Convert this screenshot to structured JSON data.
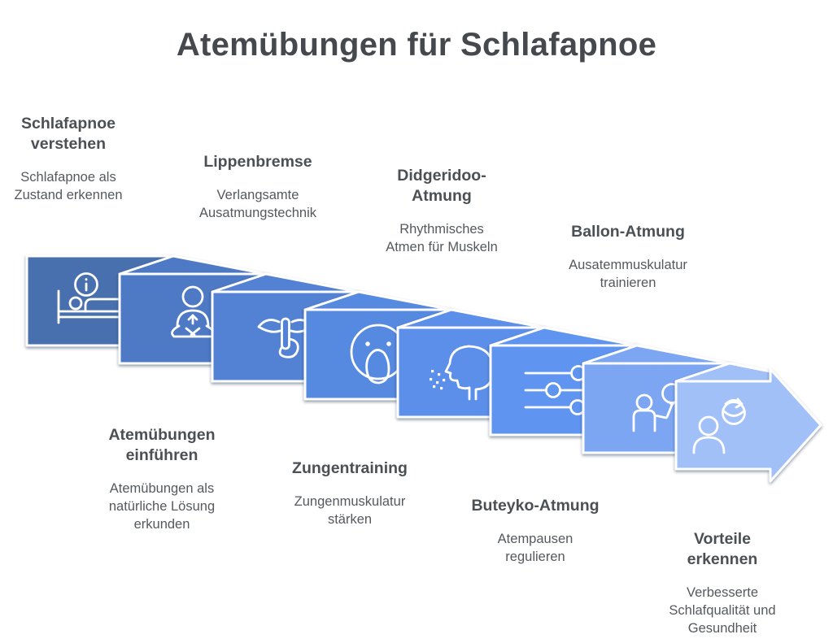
{
  "title": "Atemübungen für Schlafapnoe",
  "colors": {
    "background": "#ffffff",
    "title_text": "#45494d",
    "heading_text": "#4b5055",
    "description_text": "#55595e",
    "icon_stroke": "#ffffff"
  },
  "steps": [
    {
      "heading": "Schlafapnoe\nverstehen",
      "description": "Schlafapnoe als\nZustand erkennen",
      "icon": "bed-info-icon",
      "card_color": "#4a6fae",
      "label_position": "top"
    },
    {
      "heading": "Atemübungen\neinführen",
      "description": "Atemübungen als\nnatürliche Lösung\nerkunden",
      "icon": "meditation-icon",
      "card_color": "#4e79c5",
      "label_position": "bottom"
    },
    {
      "heading": "Lippenbremse",
      "description": "Verlangsamte\nAusatmungstechnik",
      "icon": "shush-finger-lips-icon",
      "card_color": "#5282d4",
      "label_position": "top"
    },
    {
      "heading": "Zungentraining",
      "description": "Zungenmuskulatur\nstärken",
      "icon": "tongue-face-icon",
      "card_color": "#5789e0",
      "label_position": "bottom"
    },
    {
      "heading": "Didgeridoo-\nAtmung",
      "description": "Rhythmisches\nAtmen für Muskeln",
      "icon": "breathing-head-icon",
      "card_color": "#5b8fe9",
      "label_position": "top"
    },
    {
      "heading": "Buteyko-Atmung",
      "description": "Atempausen\nregulieren",
      "icon": "sliders-icon",
      "card_color": "#5e95f1",
      "label_position": "bottom"
    },
    {
      "heading": "Ballon-Atmung",
      "description": "Ausatemmuskulatur\ntrainieren",
      "icon": "balloon-person-icon",
      "card_color": "#7da6f2",
      "label_position": "top"
    },
    {
      "heading": "Vorteile\nerkennen",
      "description": "Verbesserte\nSchlafqualität und\nGesundheit",
      "icon": "renewal-person-icon",
      "card_color": "#a2c0f8",
      "label_position": "bottom"
    }
  ]
}
